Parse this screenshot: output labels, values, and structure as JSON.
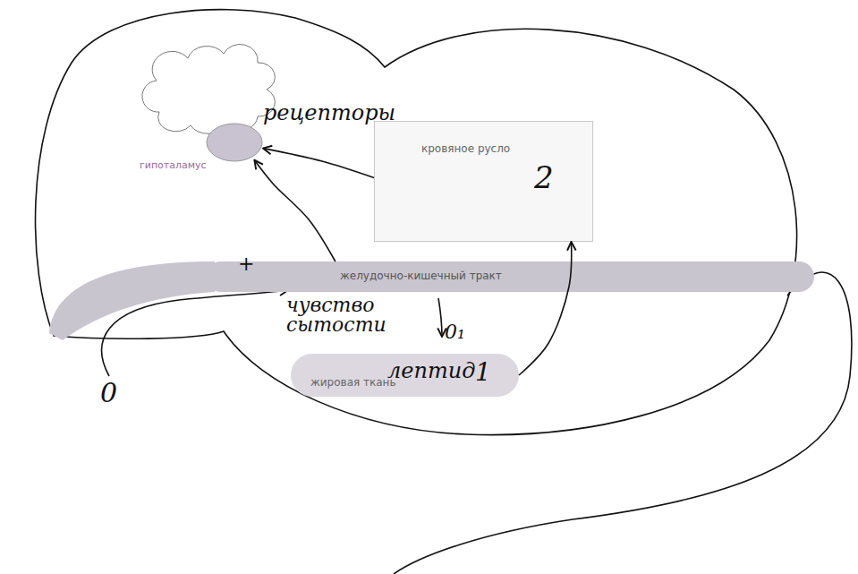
{
  "diagram": {
    "nodes": [
      {
        "text": [
          "гипоталамус",
          "рецепторы"
        ]
      },
      {
        "text": [
          "кровяное русло",
          "2"
        ]
      },
      {
        "text": [
          "желудочно-кишечный тракт"
        ]
      },
      {
        "text": [
          "жировая ткань",
          "лептид",
          "1"
        ]
      }
    ],
    "edges": [
      {
        "from": 1,
        "to": 0,
        "arrow": "to"
      },
      {
        "from": 2,
        "to": 0,
        "arrow": "to"
      },
      {
        "from": 3,
        "to": 1,
        "arrow": "to"
      }
    ],
    "labels": [
      "+",
      "чувство сытости",
      "0",
      "0₁"
    ]
  }
}
